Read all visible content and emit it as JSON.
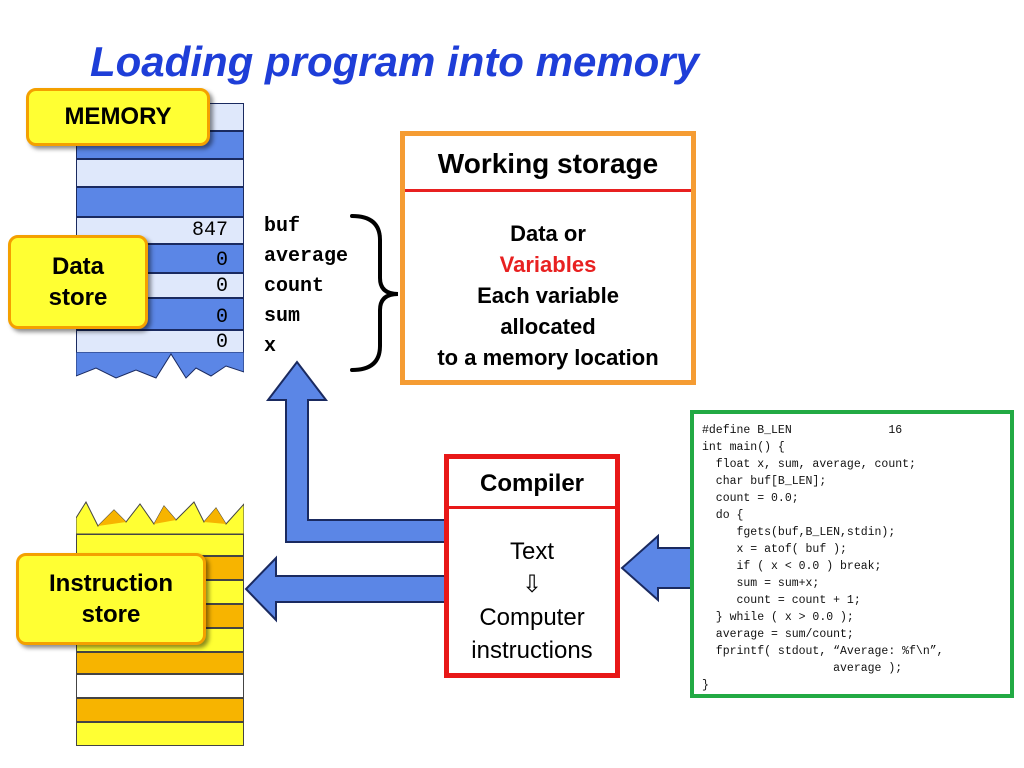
{
  "title": "Loading program into memory",
  "labels": {
    "memory": "MEMORY",
    "data_store": "Data store",
    "instruction_store": "Instruction store"
  },
  "memory_values": [
    "847",
    "0",
    "0",
    "0",
    "0"
  ],
  "variables": [
    "buf",
    "average",
    "count",
    "sum",
    "x"
  ],
  "working_storage": {
    "title": "Working storage",
    "line1": "Data or",
    "line2": "Variables",
    "line3": "Each variable",
    "line4": "allocated",
    "line5": "to a memory location"
  },
  "compiler": {
    "title": "Compiler",
    "line1": "Text",
    "arrow": "⇩",
    "line2": "Computer",
    "line3": "instructions"
  },
  "code": "#define B_LEN              16\nint main() {\n  float x, sum, average, count;\n  char buf[B_LEN];\n  count = 0.0;\n  do {\n     fgets(buf,B_LEN,stdin);\n     x = atof( buf );\n     if ( x < 0.0 ) break;\n     sum = sum+x;\n     count = count + 1;\n  } while ( x > 0.0 );\n  average = sum/count;\n  fprintf( stdout, “Average: %f\\n”,\n                   average );\n}",
  "colors": {
    "title": "#1e3ed8",
    "memory_blue": "#5b86e6",
    "memory_light": "#dfe8fb",
    "instruction_yellow": "#ffff33",
    "instruction_orange": "#f7b400",
    "working_storage_border": "#f59c33",
    "compiler_border": "#e81818",
    "code_border": "#22aa44",
    "arrow_fill": "#5b86e6"
  }
}
